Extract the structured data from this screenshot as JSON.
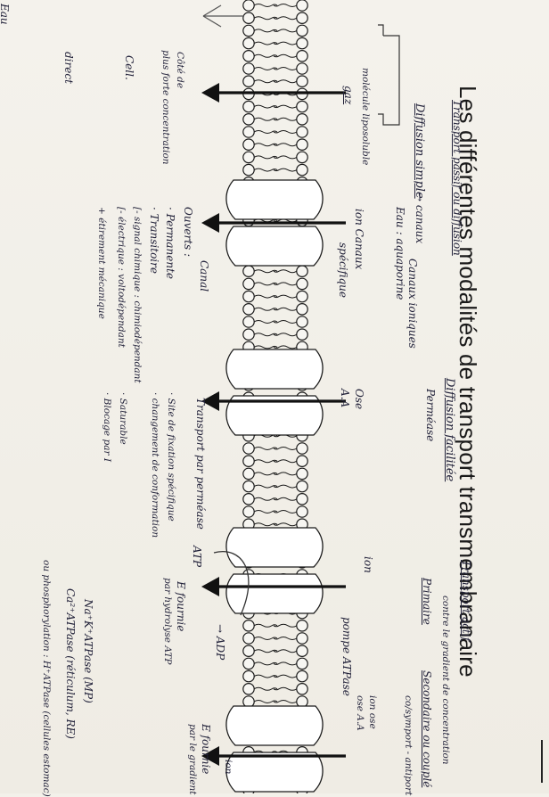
{
  "title": "Les différentes modalités de transport transmembranaire",
  "top_notes": {
    "transport_passif": "Transport passif ou diffusion",
    "transport_actif": "Transport actif",
    "diffusion_simple": "Diffusion simple",
    "diffusion_facilitee": "Diffusion facilitée",
    "primaire": "Primaire",
    "secondaire": "Secondaire ou couplé",
    "contre_gradient": "contre le gradient de concentration",
    "cotransport": "co/symport - antiport"
  },
  "column_notes": {
    "eau": "Eau",
    "direct": "direct",
    "cell": "Cell.",
    "cote_concentration": "Côté de",
    "concentration": "plus forte concentration",
    "molecule_liposoluble": "molécule liposoluble",
    "gaz": "gaz",
    "canaux": "→ canaux",
    "eau_aquaporine": "Eau : aquaporine",
    "canaux_ioniques": "Canaux ioniques",
    "ion_canaux": "ion Canaux",
    "specifique": "spécifique",
    "ouverts": "Ouverts :",
    "permanente": "· Permanente",
    "transitoire": "· Transitoire",
    "signal_chimique": "[- signal chimique : chimiodépendant",
    "electrique": "[- électrique : voltodépendant",
    "etirement": "+ étirement mécanique",
    "canal": "Canal",
    "ose": "Ose",
    "aa": "A.A",
    "transport_par_permease": "Transport par perméase",
    "permease": "Perméase",
    "site_fixation": "· Site de fixation spécifique",
    "changement_conformation": "· changement de conformation",
    "saturable": "· Saturable",
    "blocage": "· Blocage par I",
    "atp": "ATP",
    "adp": "→ ADP",
    "e_fournie": "E fournie",
    "hydrolyse": "par hydrolyse ATP",
    "ion": "ion",
    "pompe": "pompe ATPase",
    "na_k": "Na⁺K⁺ATPase (MP)",
    "ca": "Ca²⁺ATPase (réticulum, RE)",
    "h": "ou phosphorylation : H⁺ATPase (cellules estomac)",
    "ion_ose": "ion ose",
    "ose_aa": "ose A.A",
    "e_fournie_2": "E fournie",
    "gradient": "par le gradient",
    "ion_2": "ion"
  },
  "colors": {
    "ink": "#1a1a1a",
    "pen": "#22223a",
    "paper": "#f3f1ea",
    "protein_fill": "#ffffff"
  }
}
